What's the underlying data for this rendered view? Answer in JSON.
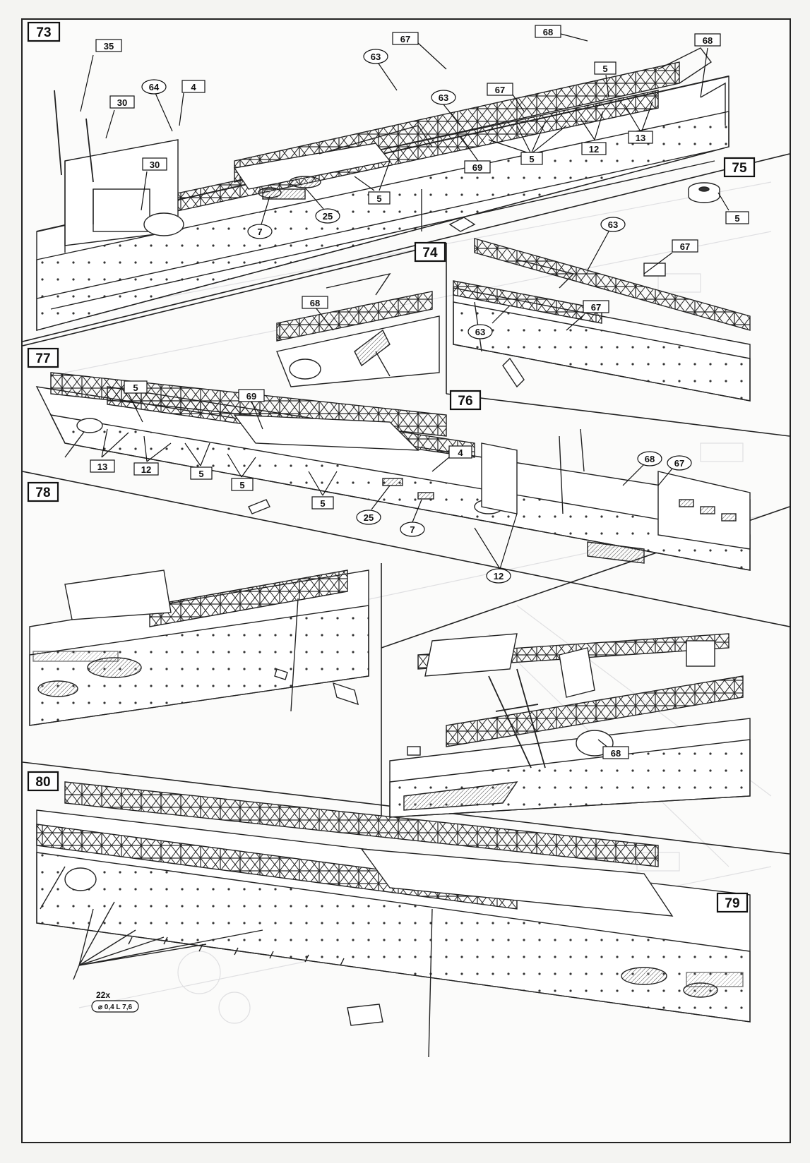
{
  "steps": {
    "s73": "73",
    "s74": "74",
    "s75": "75",
    "s76": "76",
    "s77": "77",
    "s78": "78",
    "s79": "79",
    "s80": "80"
  },
  "part_labels": {
    "p73_35": "35",
    "p73_30a": "30",
    "p73_64": "64",
    "p73_4": "4",
    "p73_30b": "30",
    "p73_7": "7",
    "p73_25": "25",
    "p73_5a": "5",
    "p73_63a": "63",
    "p73_67a": "67",
    "p73_63b": "63",
    "p73_67b": "67",
    "p73_69": "69",
    "p73_5b": "5",
    "p73_68a": "68",
    "p73_5c": "5",
    "p73_12": "12",
    "p73_13": "13",
    "p73_68b": "68",
    "p75_5": "5",
    "p74_68": "68",
    "p76_63a": "63",
    "p76_67a": "67",
    "p76_67b": "67",
    "p76_63b": "63",
    "p77_5a": "5",
    "p77_69": "69",
    "p77_13": "13",
    "p77_12a": "12",
    "p77_5b": "5",
    "p77_5c": "5",
    "p77_5d": "5",
    "p77_4": "4",
    "p77_25": "25",
    "p77_7": "7",
    "p77_68": "68",
    "p77_67": "67",
    "p77_12b": "12",
    "p79_68": "68",
    "p80_qty": "22x",
    "p80_dim": "⌀ 0,4 L 7,6"
  }
}
